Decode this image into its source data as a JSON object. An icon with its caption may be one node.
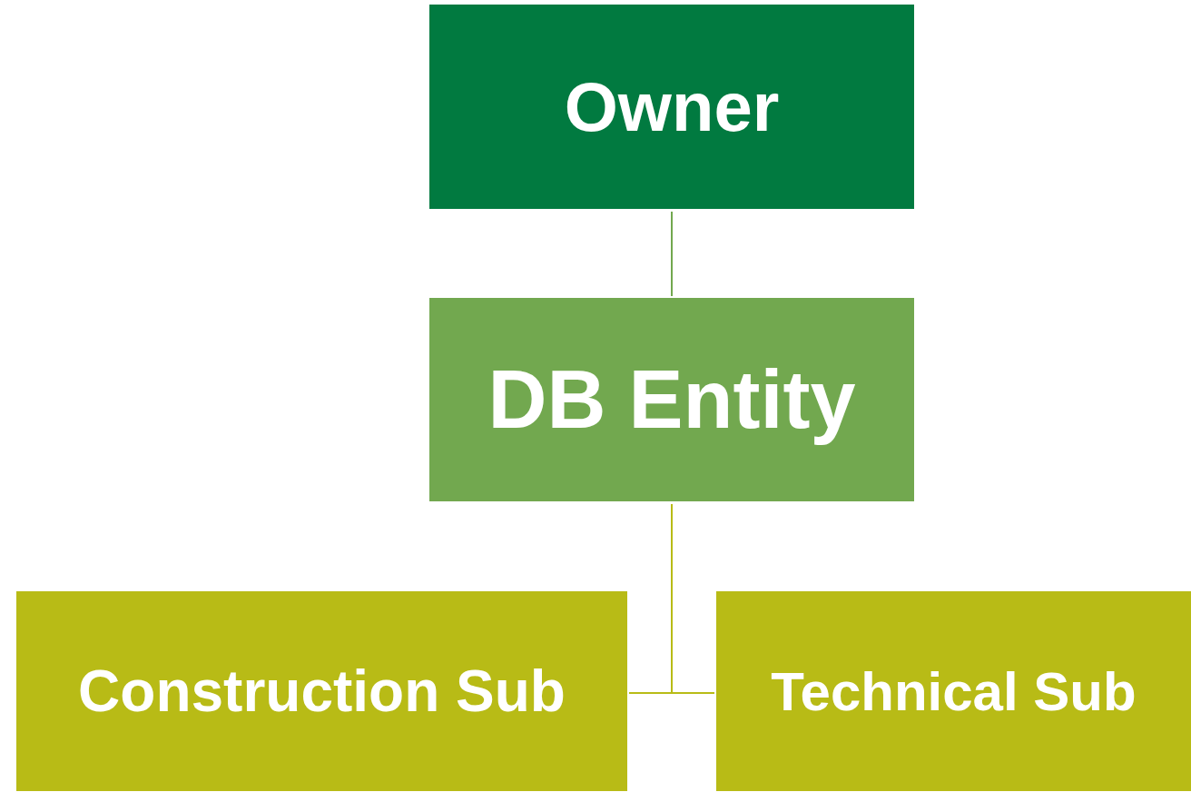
{
  "diagram": {
    "nodes": [
      {
        "text": [
          "Owner"
        ]
      },
      {
        "text": [
          "DB Entity"
        ]
      },
      {
        "text": [
          "Construction Sub"
        ]
      },
      {
        "text": [
          "Technical Sub"
        ]
      }
    ],
    "edges": [
      {
        "from": 0,
        "to": 1,
        "arrow": "none",
        "color": "#72a84f"
      },
      {
        "from": 1,
        "to": 2,
        "arrow": "none"
      },
      {
        "from": 1,
        "to": 3,
        "arrow": "none"
      }
    ]
  }
}
